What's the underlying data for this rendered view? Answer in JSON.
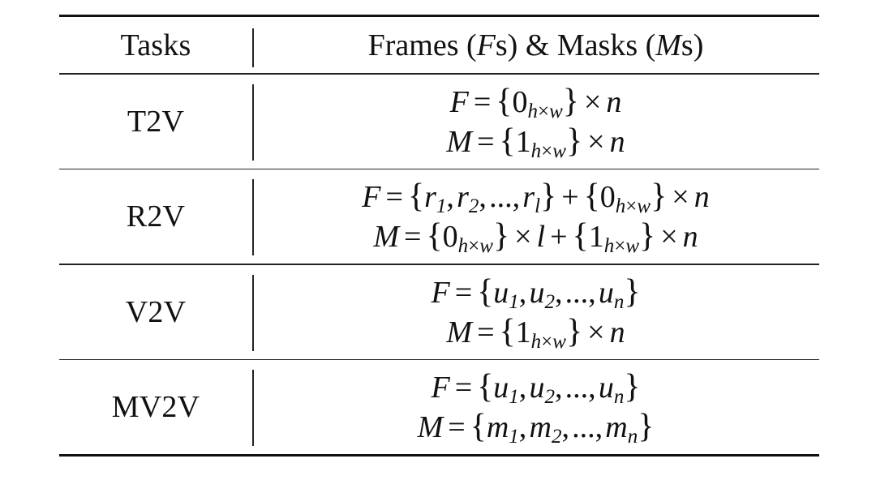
{
  "header": {
    "col_tasks": "Tasks",
    "col_frames_masks_prefix": "Frames (",
    "col_frames_masks_F": "F",
    "col_frames_masks_mid": "s) & Masks (",
    "col_frames_masks_M": "M",
    "col_frames_masks_suffix": "s)"
  },
  "rows": [
    {
      "task": "T2V",
      "frames": "F = {0_{h×w}} × n",
      "masks": "M = {1_{h×w}} × n"
    },
    {
      "task": "R2V",
      "frames": "F = {r_1, r_2, ..., r_l} + {0_{h×w}} × n",
      "masks": "M = {0_{h×w}} × l + {1_{h×w}} × n"
    },
    {
      "task": "V2V",
      "frames": "F = {u_1, u_2, ..., u_n}",
      "masks": "M = {1_{h×w}} × n"
    },
    {
      "task": "MV2V",
      "frames": "F = {u_1, u_2, ..., u_n}",
      "masks": "M = {m_1, m_2, ..., m_n}"
    }
  ]
}
